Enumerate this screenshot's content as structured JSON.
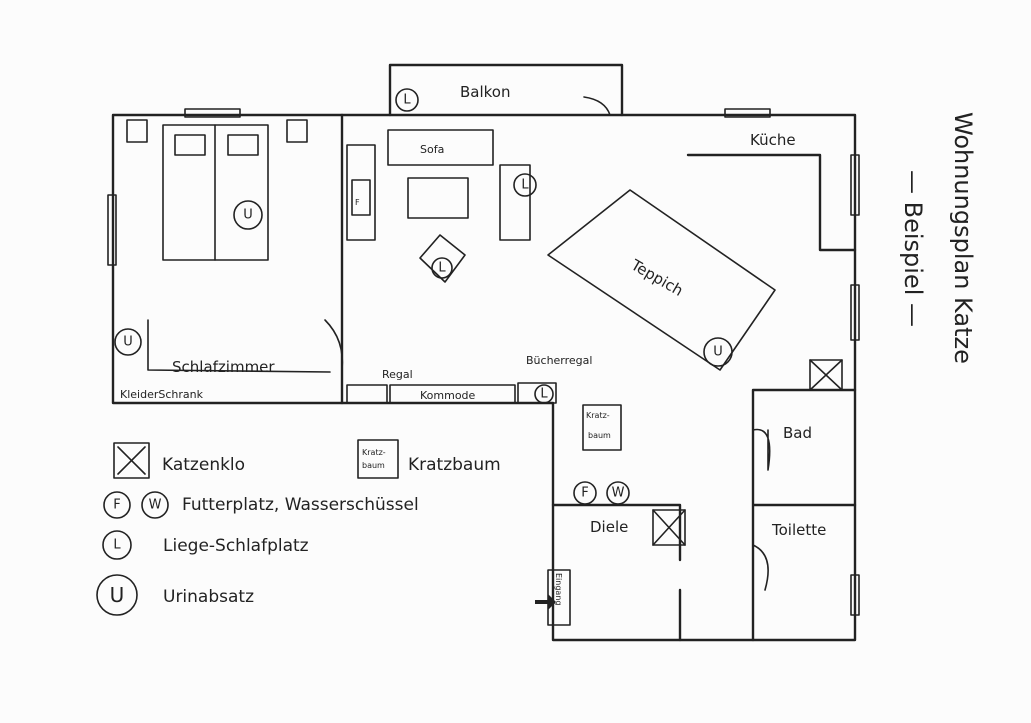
{
  "title": {
    "line1": "Wohnungsplan Katze",
    "line2": "— Beispiel —"
  },
  "rooms": {
    "balcony": "Balkon",
    "kitchen": "Küche",
    "bedroom": "Schlafzimmer",
    "wardrobe": "KleiderSchrank",
    "sofa": "Sofa",
    "carpet": "Teppich",
    "shelf": "Regal",
    "dresser": "Kommode",
    "bookshelf": "Bücherregal",
    "bathroom": "Bad",
    "toilet": "Toilette",
    "hall": "Diele",
    "entrance": "Eingang",
    "scratching_post": "Kratz-baum"
  },
  "symbols": {
    "feeding": "F",
    "water": "W",
    "lying": "L",
    "urine": "U",
    "scratch_small_1": "Kratz-",
    "scratch_small_2": "baum"
  },
  "legend": [
    {
      "symbol": "katzenklo",
      "label": "Katzenklo"
    },
    {
      "symbol": "kratzbaum",
      "label": "Kratzbaum"
    },
    {
      "symbol": "F W",
      "label": "Futterplatz, Wasserschüssel"
    },
    {
      "symbol": "L",
      "label": "Liege-Schlafplatz"
    },
    {
      "symbol": "U",
      "label": "Urinabsatz"
    }
  ]
}
